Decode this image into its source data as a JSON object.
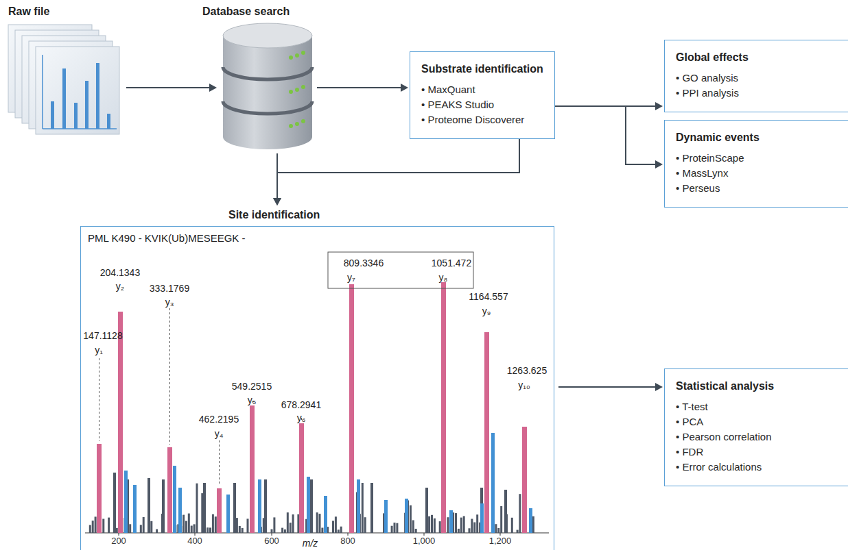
{
  "diagram": {
    "nodes": [
      {
        "text": [
          "Raw file"
        ]
      },
      {
        "text": [
          "Database search"
        ]
      },
      {
        "text": [
          "Substrate identification",
          "• MaxQuant",
          "• PEAKS Studio",
          "• Proteome Discoverer"
        ]
      },
      {
        "text": [
          "Global effects",
          "• GO analysis",
          "• PPI analysis"
        ]
      },
      {
        "text": [
          "Dynamic events",
          "• ProteinScape",
          "• MassLynx",
          "• Perseus"
        ]
      },
      {
        "text": [
          "Site identification",
          "PML K490 - KVIK(Ub)MESEEGK -"
        ]
      },
      {
        "text": [
          "Statistical analysis",
          "• T-test",
          "• PCA",
          "• Pearson correlation",
          "• FDR",
          "• Error calculations"
        ]
      }
    ],
    "edges": [
      {
        "from": 0,
        "to": 1,
        "arrow": "to"
      },
      {
        "from": 1,
        "to": 2,
        "arrow": "to"
      },
      {
        "from": 2,
        "to": 3,
        "arrow": "to"
      },
      {
        "from": 2,
        "to": 4,
        "arrow": "to"
      },
      {
        "from": 1,
        "to": 5,
        "arrow": "to"
      },
      {
        "from": 2,
        "to": 5,
        "arrow": "to"
      },
      {
        "from": 5,
        "to": 6,
        "arrow": "to"
      }
    ],
    "labels": [
      "147.1128",
      "y₁",
      "204.1343",
      "y₂",
      "333.1769",
      "y₃",
      "462.2195",
      "y₄",
      "549.2515",
      "y₅",
      "678.2941",
      "y₆",
      "809.3346",
      "y₇",
      "1051.472",
      "y₈",
      "1164.557",
      "y₉",
      "1263.625",
      "y₁₀",
      "200",
      "400",
      "600",
      "800",
      "1,000",
      "1,200",
      "m/z"
    ]
  }
}
